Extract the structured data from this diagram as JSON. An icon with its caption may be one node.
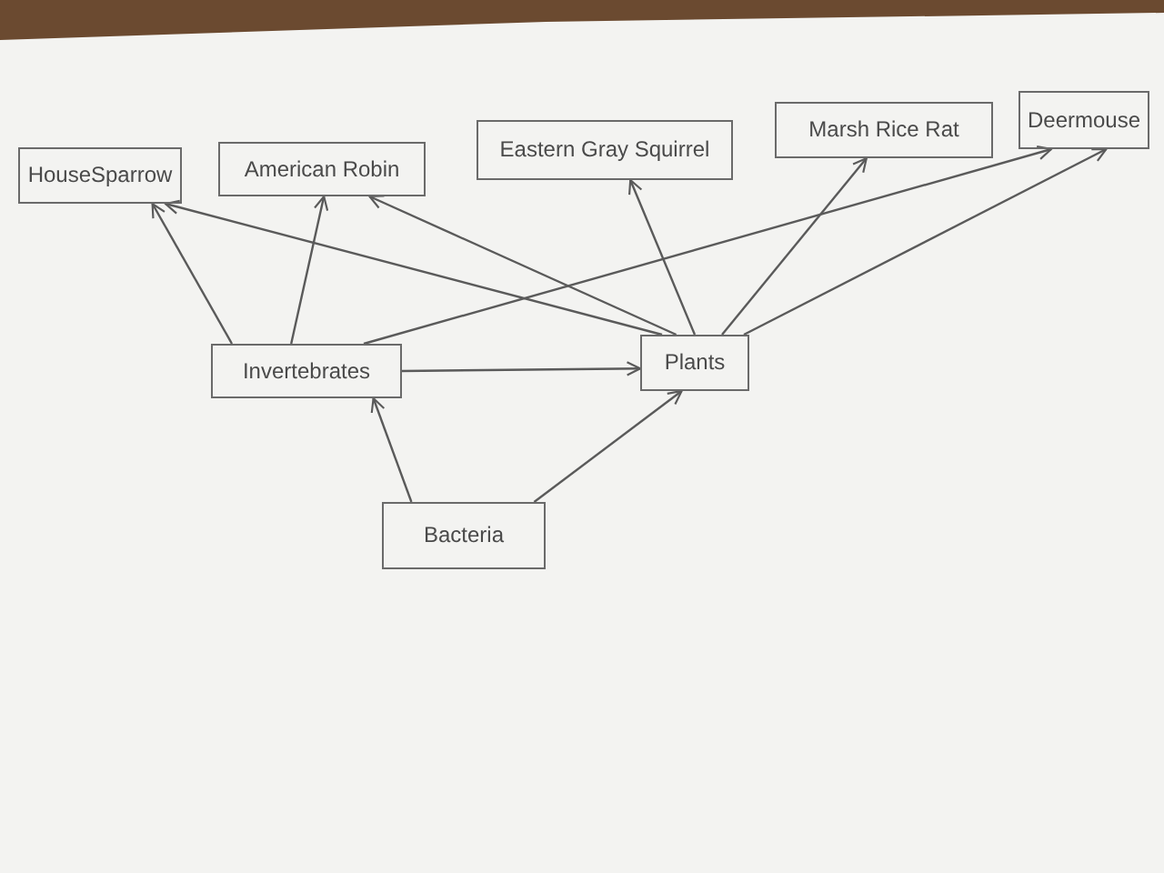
{
  "diagram": {
    "nodes": [
      {
        "text": [
          "HouseSparrow"
        ]
      },
      {
        "text": [
          "American Robin"
        ]
      },
      {
        "text": [
          "Eastern Gray Squirrel"
        ]
      },
      {
        "text": [
          "Marsh Rice Rat"
        ]
      },
      {
        "text": [
          "Deermouse"
        ]
      },
      {
        "text": [
          "Invertebrates"
        ]
      },
      {
        "text": [
          "Plants"
        ]
      },
      {
        "text": [
          "Bacteria"
        ]
      }
    ],
    "edges": [
      {
        "from": 5,
        "to": 0,
        "arrow": "to"
      },
      {
        "from": 5,
        "to": 1,
        "arrow": "to"
      },
      {
        "from": 5,
        "to": 4,
        "arrow": "to"
      },
      {
        "from": 5,
        "to": 6,
        "arrow": "to"
      },
      {
        "from": 6,
        "to": 0,
        "arrow": "to"
      },
      {
        "from": 6,
        "to": 1,
        "arrow": "to"
      },
      {
        "from": 6,
        "to": 2,
        "arrow": "to"
      },
      {
        "from": 6,
        "to": 3,
        "arrow": "to"
      },
      {
        "from": 6,
        "to": 4,
        "arrow": "to"
      },
      {
        "from": 7,
        "to": 5,
        "arrow": "to"
      },
      {
        "from": 7,
        "to": 6,
        "arrow": "to"
      }
    ]
  }
}
